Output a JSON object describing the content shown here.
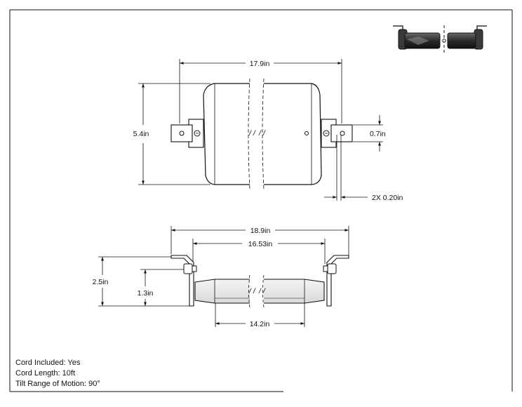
{
  "dimensions": {
    "overall_length": "17.9in",
    "height_top": "5.4in",
    "tab_height": "0.7in",
    "hole_dia": "2X 0.20in",
    "bracket_span": "18.9in",
    "mount_span": "16.53in",
    "total_height": "2.5in",
    "body_height": "1.3in",
    "body_length": "14.2in"
  },
  "specs": {
    "cord_included": "Cord Included: Yes",
    "cord_length": "Cord Length: 10ft",
    "tilt_range": "Tilt Range of Motion: 90°"
  }
}
